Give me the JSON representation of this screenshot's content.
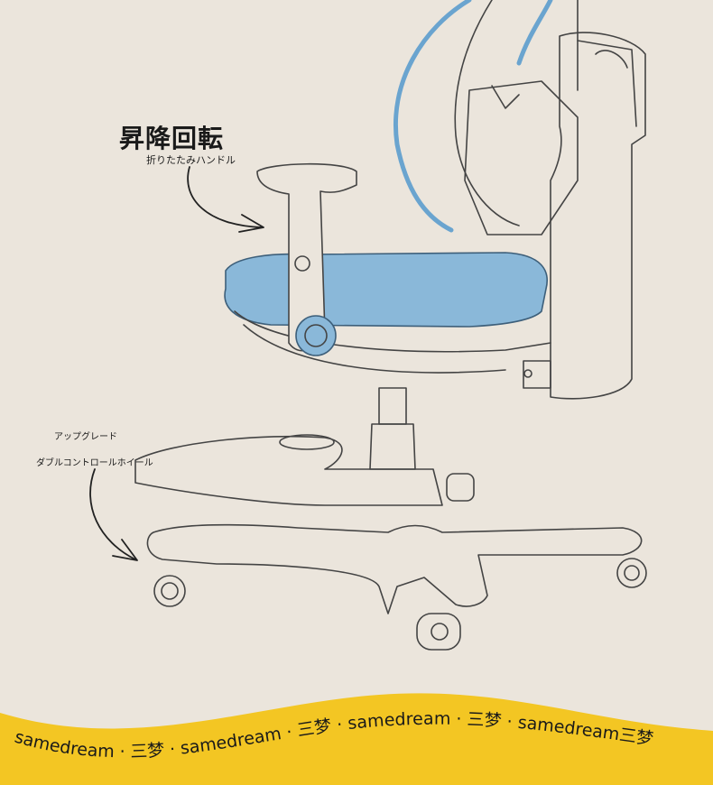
{
  "feature": {
    "title": "昇降回転",
    "subtitle": "折りたたみハンドル"
  },
  "base": {
    "line1": "アップグレード",
    "line2": "ダブルコントロールホイール"
  },
  "banner": {
    "text": "samedream · 三梦 · samedream · 三梦 · samedream · 三梦 · samedream三梦"
  },
  "colors": {
    "background": "#ebe5dc",
    "seat_blue": "#8ab8d9",
    "banner_yellow": "#f3c623"
  }
}
